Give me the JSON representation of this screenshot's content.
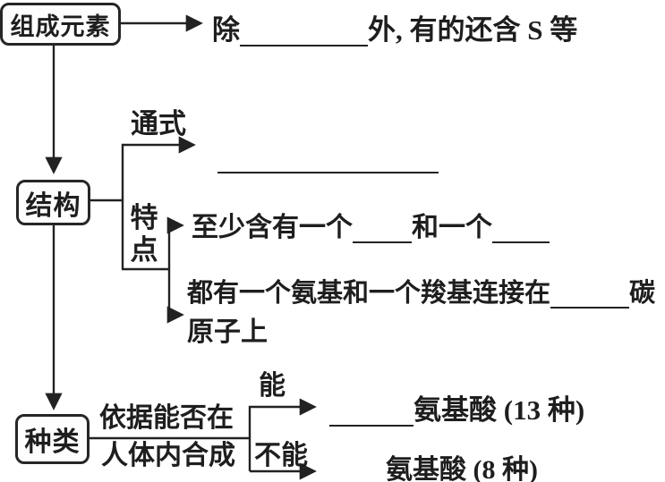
{
  "canvas": {
    "background": "#ffffff",
    "ink": "#1e1e1e"
  },
  "composition": {
    "box_label": "组成元素",
    "note_prefix": "除",
    "note_suffix": "外, 有的还含 S 等"
  },
  "structure": {
    "box_label": "结构",
    "general_formula_label": "通式",
    "features_label": "特点",
    "feature1": {
      "part1": "至少含有一个",
      "part2": "和一个"
    },
    "feature2": {
      "part1": "都有一个氨基和一个羧基连接在",
      "part2": "碳",
      "part3": "原子上"
    }
  },
  "types": {
    "box_label": "种类",
    "criteria_line1": "依据能否在",
    "criteria_line2": "人体内合成",
    "can_label": "能",
    "cannot_label": "不能",
    "can_result": "氨基酸 (13 种)",
    "cannot_result": "氨基酸 (8 种)"
  }
}
